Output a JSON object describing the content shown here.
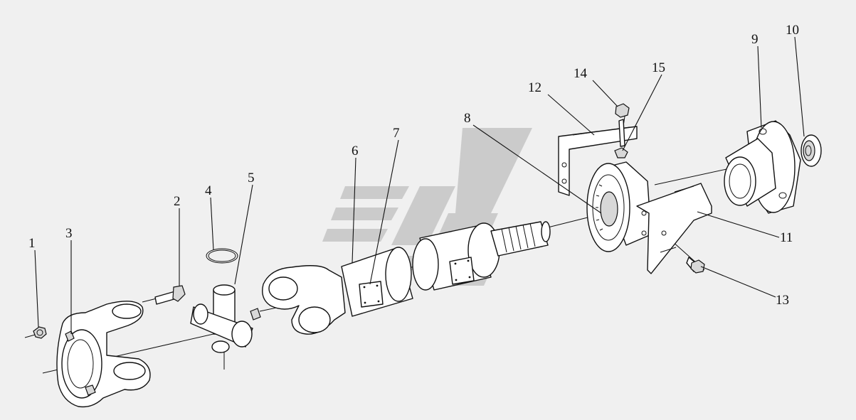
{
  "callouts": [
    {
      "id": "1",
      "label": "1"
    },
    {
      "id": "2",
      "label": "2"
    },
    {
      "id": "3",
      "label": "3"
    },
    {
      "id": "4",
      "label": "4"
    },
    {
      "id": "5",
      "label": "5"
    },
    {
      "id": "6",
      "label": "6"
    },
    {
      "id": "7",
      "label": "7"
    },
    {
      "id": "8",
      "label": "8"
    },
    {
      "id": "9",
      "label": "9"
    },
    {
      "id": "10",
      "label": "10"
    },
    {
      "id": "11",
      "label": "11"
    },
    {
      "id": "12",
      "label": "12"
    },
    {
      "id": "13",
      "label": "13"
    },
    {
      "id": "14",
      "label": "14"
    },
    {
      "id": "15",
      "label": "15"
    }
  ],
  "colors": {
    "background": "#f0f0f0",
    "line": "#111111",
    "watermark": "#c4c4c4"
  }
}
